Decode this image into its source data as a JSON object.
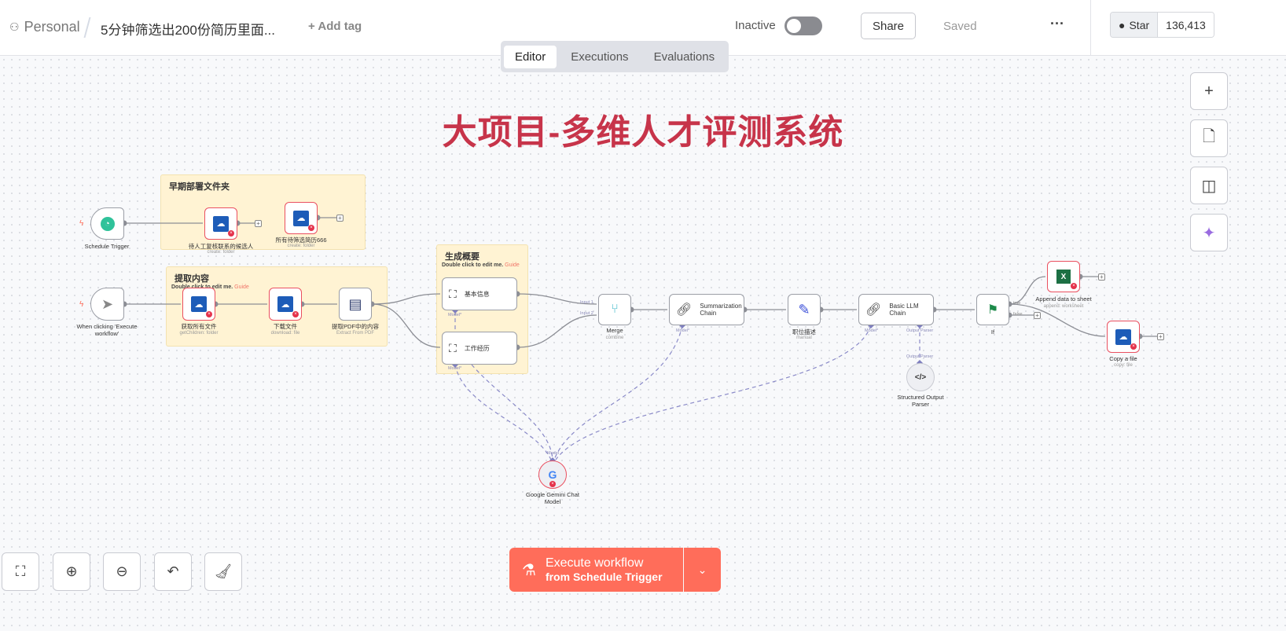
{
  "header": {
    "breadcrumb_home": "Personal",
    "workflow_name": "5分钟筛选出200份简历里面...",
    "add_tag": "+ Add tag",
    "active_label": "Inactive",
    "share": "Share",
    "saved": "Saved",
    "more": "···",
    "github_star": "Star",
    "github_count": "136,413"
  },
  "tabs": [
    {
      "label": "Editor",
      "active": true
    },
    {
      "label": "Executions"
    },
    {
      "label": "Evaluations"
    }
  ],
  "canvas_title": "大项目-多维人才评测系统",
  "stickies": [
    {
      "title": "早期部署文件夹"
    },
    {
      "title": "提取内容",
      "hint": "Double click to edit me.",
      "guide": "Guide"
    },
    {
      "title": "生成概要",
      "hint": "Double click to edit me.",
      "guide": "Guide"
    }
  ],
  "nodes": {
    "schedule": {
      "label": "Schedule Trigger"
    },
    "od1": {
      "label": "待人工复核联系的候选人",
      "sub": "create: folder"
    },
    "od2": {
      "label": "所有待筛选简历666",
      "sub": "create: folder"
    },
    "manual": {
      "label": "When clicking 'Execute workflow'"
    },
    "get_all": {
      "label": "获取所有文件",
      "sub": "getChildren: folder"
    },
    "download": {
      "label": "下载文件",
      "sub": "download: file"
    },
    "extract": {
      "label": "提取PDF中的内容",
      "sub": "Extract From PDF"
    },
    "basic_info": {
      "label": "基本信息"
    },
    "work_exp": {
      "label": "工作经历"
    },
    "merge": {
      "label": "Merge",
      "sub": "combine",
      "in1": "Input 1",
      "in2": "Input 2"
    },
    "summ": {
      "label": "Summarization Chain"
    },
    "jd": {
      "label": "职位描述",
      "sub": "manual"
    },
    "llm": {
      "label": "Basic LLM Chain"
    },
    "if": {
      "label": "If",
      "true": "true",
      "false": "false"
    },
    "append": {
      "label": "Append data to sheet",
      "sub": "append: worksheet"
    },
    "copy": {
      "label": "Copy a file",
      "sub": "copy: file"
    },
    "parser": {
      "label": "Structured Output Parser",
      "port": "Output Parser"
    },
    "gemini": {
      "label": "Google Gemini Chat Model",
      "port": "Model"
    }
  },
  "ports": {
    "model_req": "Model*",
    "output_parser": "Output Parser"
  },
  "execute": {
    "line1": "Execute workflow",
    "line2": "from Schedule Trigger"
  },
  "colors": {
    "accent": "#ff6d5a",
    "title": "#c7344a",
    "ai_link": "#8a8ac8"
  }
}
